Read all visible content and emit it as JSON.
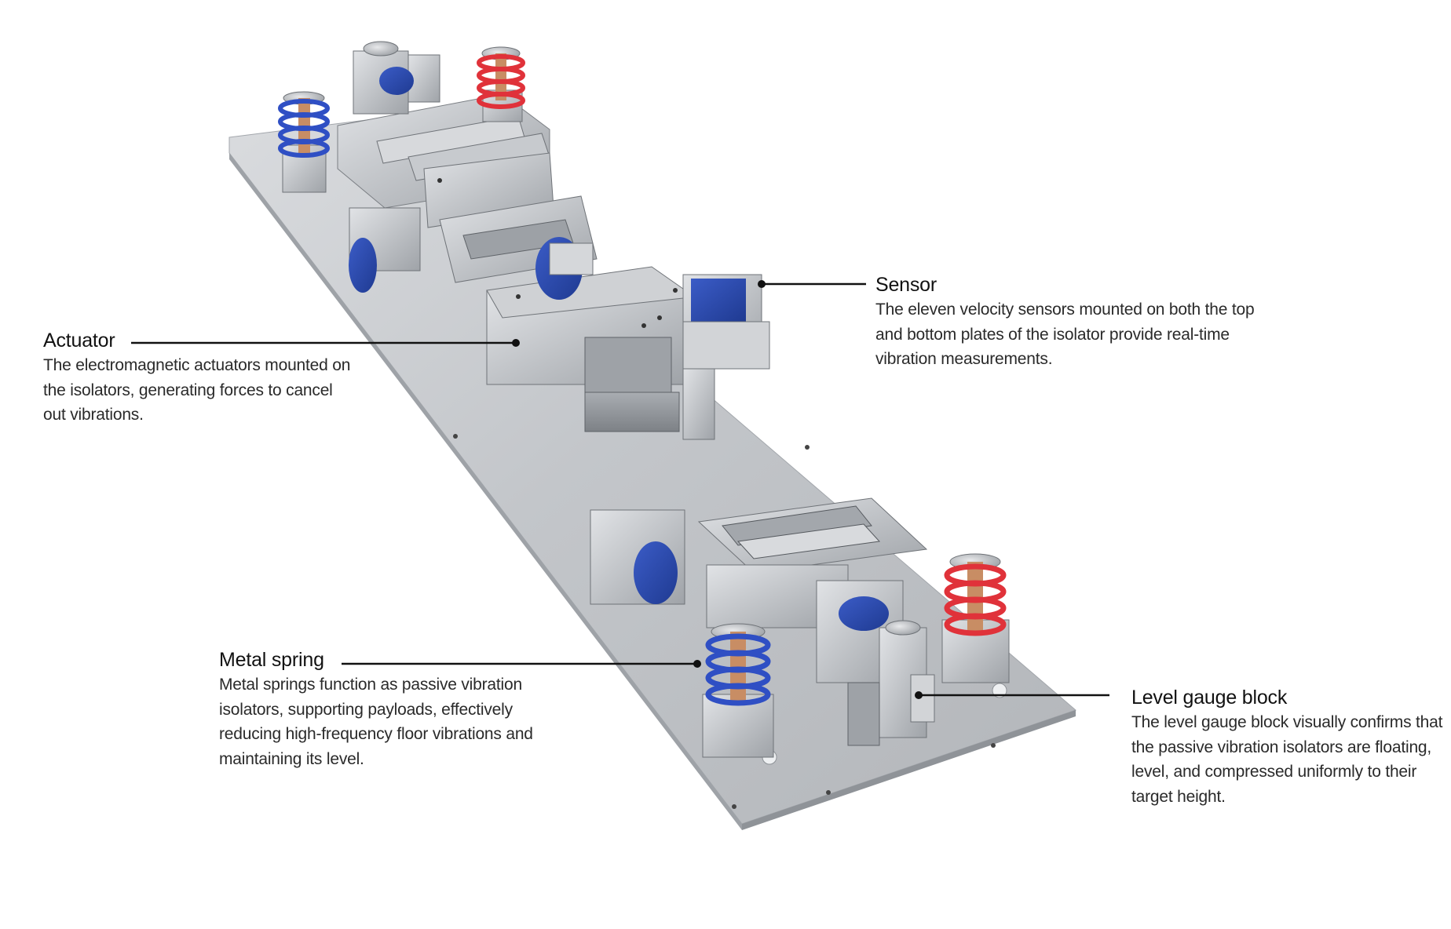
{
  "callouts": {
    "actuator": {
      "title": "Actuator",
      "description": "The electromagnetic actuators mounted on the isolators, generating forces to cancel out vibrations."
    },
    "sensor": {
      "title": "Sensor",
      "description": "The eleven velocity sensors mounted on both the top and bottom plates of the isolator provide real-time vibration measurements."
    },
    "metal_spring": {
      "title": "Metal spring",
      "description": "Metal springs function as passive vibration isolators, supporting payloads, effectively reducing high-frequency floor vibrations and maintaining its level."
    },
    "level_gauge": {
      "title": "Level gauge block",
      "description": "The level gauge block visually confirms that the passive vibration isolators are floating, level, and compressed uniformly to their target height."
    }
  },
  "colors": {
    "plate": "#c9ccd0",
    "metal": "#b4b8bd",
    "blue_part": "#2a48a8",
    "spring_blue": "#2f4fc4",
    "spring_red": "#e0323a",
    "leader_line": "#111111"
  }
}
